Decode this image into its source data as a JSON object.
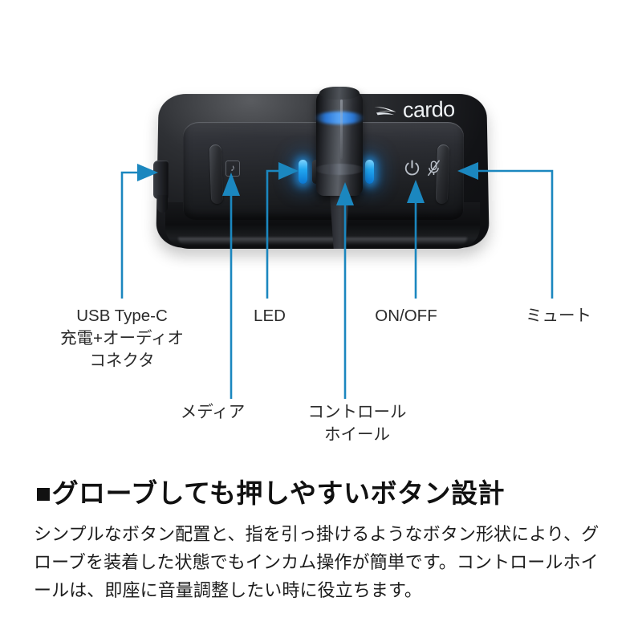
{
  "product": {
    "brand_name": "cardo",
    "brand_logo_icon": "cardo-swoosh-icon",
    "face_icons": [
      {
        "name": "power-icon",
        "glyph": "⏻"
      },
      {
        "name": "microphone-mute-icon",
        "glyph": "Ø"
      }
    ],
    "media_button_glyph": "♪",
    "accent_blue": "#1b87bf",
    "led_blue": "#22a7f0"
  },
  "callouts": [
    {
      "id": "usb",
      "label": "USB Type-C\n充電+オーディオ\nコネクタ",
      "arrow_direction": "right"
    },
    {
      "id": "led",
      "label": "LED",
      "arrow_direction": "right"
    },
    {
      "id": "onoff",
      "label": "ON/OFF",
      "arrow_direction": "up"
    },
    {
      "id": "mute",
      "label": "ミュート",
      "arrow_direction": "left"
    },
    {
      "id": "media",
      "label": "メディア",
      "arrow_direction": "up"
    },
    {
      "id": "wheel",
      "label": "コントロール\nホイール",
      "arrow_direction": "up"
    }
  ],
  "copy": {
    "bullet_glyph": "■",
    "heading": "グローブしても押しやすいボタン設計",
    "body": "シンプルなボタン配置と、指を引っ掛けるようなボタン形状により、グローブを装着した状態でもインカム操作が簡単です。コントロールホイールは、即座に音量調整したい時に役立ちます。"
  }
}
